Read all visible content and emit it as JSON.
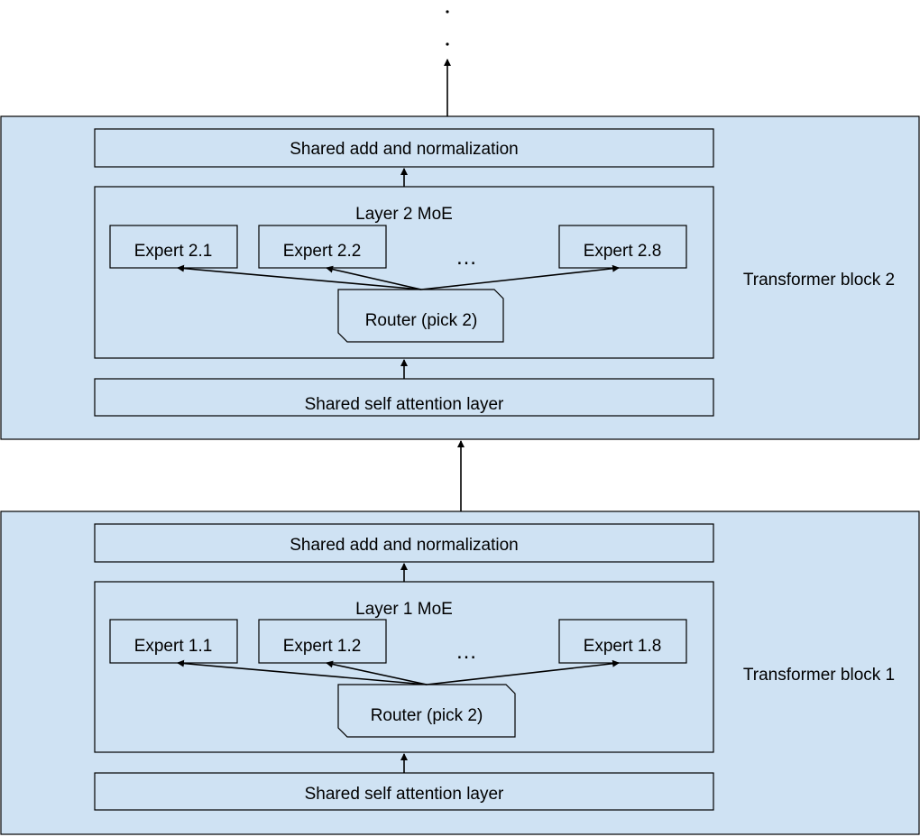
{
  "diagram": {
    "colors": {
      "box_fill": "#cfe2f3",
      "stroke": "#000000",
      "background": "#ffffff"
    },
    "blocks": [
      {
        "id": "block2",
        "label": "Transformer block 2",
        "norm_label": "Shared add and normalization",
        "moe_label": "Layer 2 MoE",
        "experts": [
          "Expert 2.1",
          "Expert 2.2",
          "Expert 2.8"
        ],
        "ellipsis": "…",
        "router_label": "Router (pick 2)",
        "attention_label": "Shared self attention layer"
      },
      {
        "id": "block1",
        "label": "Transformer block 1",
        "norm_label": "Shared add and normalization",
        "moe_label": "Layer 1 MoE",
        "experts": [
          "Expert 1.1",
          "Expert 1.2",
          "Expert 1.8"
        ],
        "ellipsis": "…",
        "router_label": "Router (pick 2)",
        "attention_label": "Shared self attention layer"
      }
    ],
    "edges": [
      {
        "from": "block1.attention",
        "to": "block1.moe"
      },
      {
        "from": "block1.moe",
        "to": "block1.norm"
      },
      {
        "from": "block1.router",
        "to": "block1.expert.0"
      },
      {
        "from": "block1.router",
        "to": "block1.expert.1"
      },
      {
        "from": "block1.router",
        "to": "block1.expert.2"
      },
      {
        "from": "block1",
        "to": "block2"
      },
      {
        "from": "block2.attention",
        "to": "block2.moe"
      },
      {
        "from": "block2.moe",
        "to": "block2.norm"
      },
      {
        "from": "block2.router",
        "to": "block2.expert.0"
      },
      {
        "from": "block2.router",
        "to": "block2.expert.1"
      },
      {
        "from": "block2.router",
        "to": "block2.expert.2"
      },
      {
        "from": "block2",
        "to": "continuation"
      }
    ]
  }
}
